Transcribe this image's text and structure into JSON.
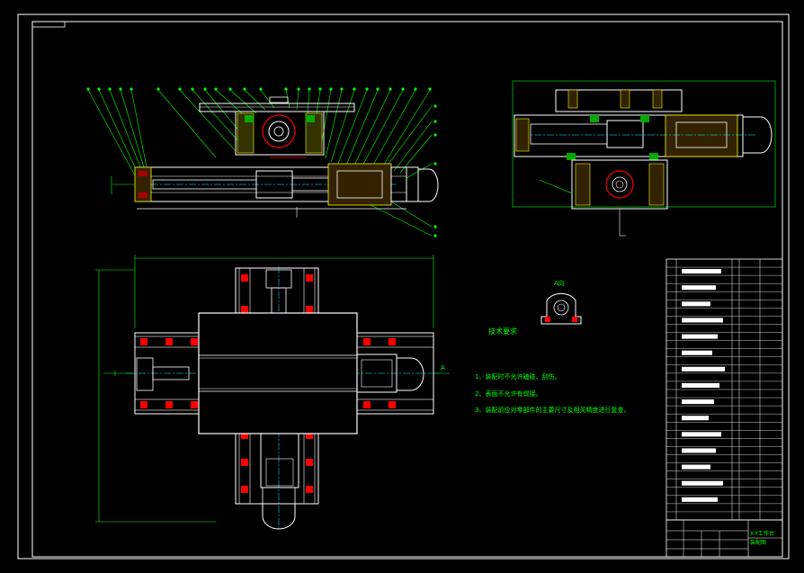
{
  "drawing": {
    "technical_requirements": {
      "title": "技术要求",
      "items": [
        "1、装配时不允许磕碰、刮伤。",
        "2、表面不允许有焊接。",
        "3、装配前应对零部件的主要尺寸及相关精度进行复查。"
      ]
    },
    "view_labels": {
      "section_a": "A向",
      "arrow_a": "A"
    },
    "title_block": {
      "name_line1": "X-Y工作台",
      "name_line2": "装配图"
    },
    "colors": {
      "background": "#000000",
      "lines": "#ffffff",
      "leaders": "#00ff00",
      "dimensions": "#00ff00",
      "hatch": "#ffff00",
      "parts": "#ff0000",
      "centerlines": "#00ffff"
    }
  }
}
